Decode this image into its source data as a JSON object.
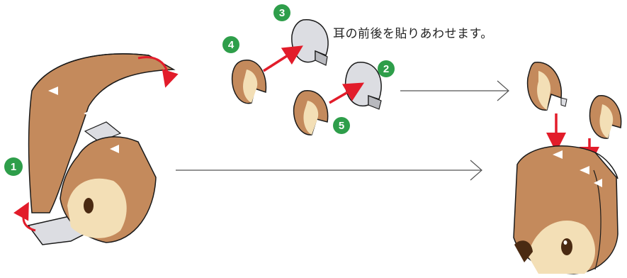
{
  "caption": "耳の前後を貼りあわせます。",
  "steps": [
    "1",
    "2",
    "3",
    "4",
    "5"
  ],
  "colors": {
    "body_brown": "#c48a5c",
    "face_cream": "#f3dfb6",
    "ear_back_gray": "#dcdde2",
    "outline": "#1a1a1a",
    "arrow_red": "#e21c2a",
    "badge_green": "#2e9e4a",
    "guide_line": "#555555",
    "eye": "#4a2a12"
  }
}
